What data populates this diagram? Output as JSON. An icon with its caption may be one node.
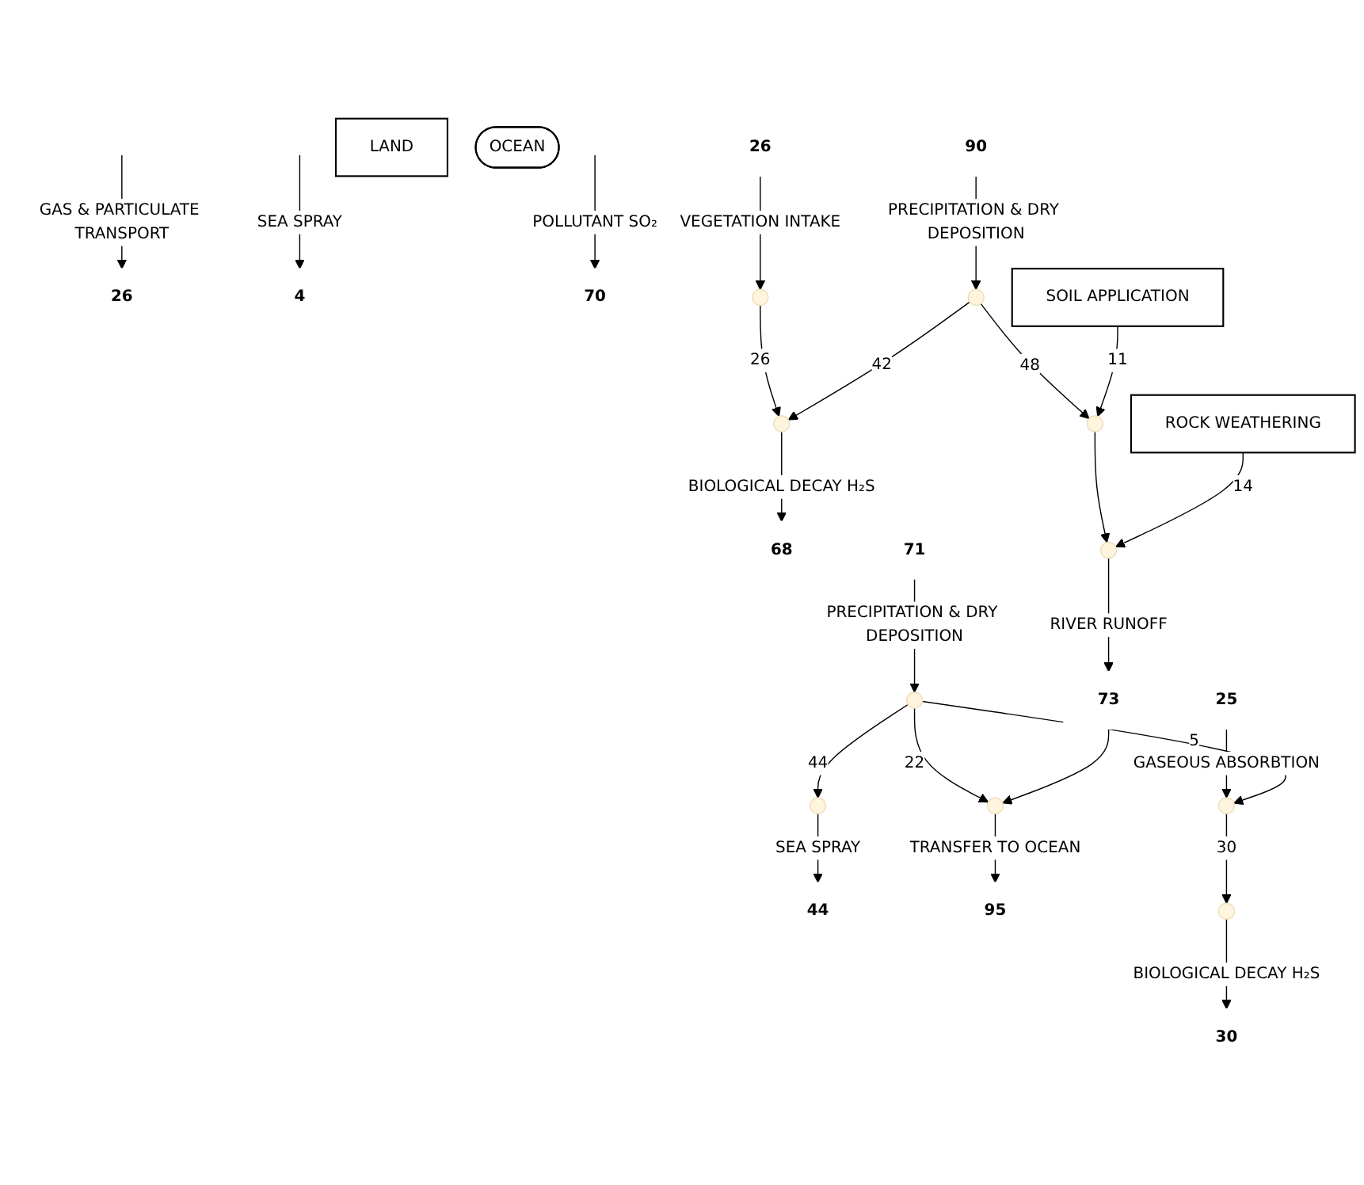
{
  "diagram": {
    "nodes": [
      {
        "text": [
          "26"
        ]
      },
      {
        "text": [
          "4"
        ]
      },
      {
        "text": [
          "70"
        ]
      },
      {
        "text": [
          "90"
        ]
      },
      {
        "text": [
          "68"
        ]
      },
      {
        "text": [
          "26"
        ]
      },
      {
        "text": [
          "44"
        ]
      },
      {
        "text": [
          "71"
        ]
      },
      {
        "text": [
          "25"
        ]
      },
      {
        "text": [
          "30"
        ]
      },
      {
        "text": [
          "SOIL APPLICATION"
        ]
      },
      {
        "text": [
          "ROCK WEATHERING"
        ]
      },
      {
        "text": [
          "LAND"
        ]
      },
      {
        "text": [
          "OCEAN"
        ]
      },
      {
        "text": [
          "73"
        ]
      },
      {
        "text": [
          "95"
        ]
      },
      {
        "text": [],
        "shape": "circle"
      },
      {
        "text": [],
        "shape": "circle"
      },
      {
        "text": [],
        "shape": "circle"
      },
      {
        "text": [],
        "shape": "circle"
      },
      {
        "text": [],
        "shape": "circle"
      },
      {
        "text": [],
        "shape": "circle"
      },
      {
        "text": [],
        "shape": "circle"
      },
      {
        "text": [],
        "shape": "circle"
      },
      {
        "text": [],
        "shape": "circle"
      },
      {
        "text": [],
        "shape": "circle"
      }
    ],
    "edges": [
      {
        "from": null,
        "to": 0,
        "arrow": "to",
        "label": "GAS & PARTICULATE TRANSPORT"
      },
      {
        "from": null,
        "to": 1,
        "arrow": "to",
        "label": "SEA SPRAY"
      },
      {
        "from": null,
        "to": 2,
        "arrow": "to",
        "label": "POLLUTANT SO₂"
      },
      {
        "from": 3,
        "to": 16,
        "arrow": "to",
        "label": "PRECIPITATION & DRY DEPOSITION"
      },
      {
        "from": 16,
        "to": 17,
        "arrow": "to",
        "label": "42"
      },
      {
        "from": 5,
        "to": 18,
        "arrow": "to",
        "label": "VEGETATION INTAKE"
      },
      {
        "from": 18,
        "to": 17,
        "arrow": "to",
        "label": "26"
      },
      {
        "from": 17,
        "to": 4,
        "arrow": "to",
        "label": "BIOLOGICAL DECAY H₂S"
      },
      {
        "from": 10,
        "to": 19,
        "arrow": "to",
        "label": "11"
      },
      {
        "from": 16,
        "to": 19,
        "arrow": "to",
        "label": "48"
      },
      {
        "from": 11,
        "to": 20,
        "arrow": "to",
        "label": "14"
      },
      {
        "from": 19,
        "to": 20,
        "arrow": "to"
      },
      {
        "from": 20,
        "to": 14,
        "arrow": "to",
        "label": "RIVER RUNOFF"
      },
      {
        "from": 14,
        "to": 25,
        "arrow": "to"
      },
      {
        "from": 7,
        "to": 21,
        "arrow": "to",
        "label": "PRECIPITATION & DRY DEPOSITION"
      },
      {
        "from": 21,
        "to": 22,
        "arrow": "to",
        "label": "44"
      },
      {
        "from": 22,
        "to": 6,
        "arrow": "to",
        "label": "SEA SPRAY"
      },
      {
        "from": 21,
        "to": 23,
        "arrow": "to",
        "label": "5"
      },
      {
        "from": 8,
        "to": 23,
        "arrow": "to",
        "label": "GASEOUS ABSORBTION"
      },
      {
        "from": 23,
        "to": 24,
        "arrow": "to",
        "label": "30"
      },
      {
        "from": 24,
        "to": 9,
        "arrow": "to",
        "label": "BIOLOGICAL DECAY H₂S"
      },
      {
        "from": 21,
        "to": 25,
        "arrow": "to",
        "label": "22"
      },
      {
        "from": 25,
        "to": 15,
        "arrow": "to",
        "label": "TRANSFER TO OCEAN"
      }
    ]
  }
}
